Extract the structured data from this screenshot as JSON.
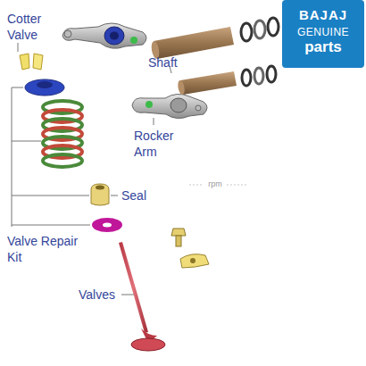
{
  "diagram": {
    "nodes": [
      {
        "text": [
          "BAJAJ",
          "GENUINE",
          "parts"
        ]
      }
    ],
    "edges": [],
    "labels": [
      "Cotter Valve",
      "Shaft",
      "Rocker Arm",
      "Seal",
      "Valve Repair Kit",
      "Valves",
      "rpm"
    ]
  }
}
